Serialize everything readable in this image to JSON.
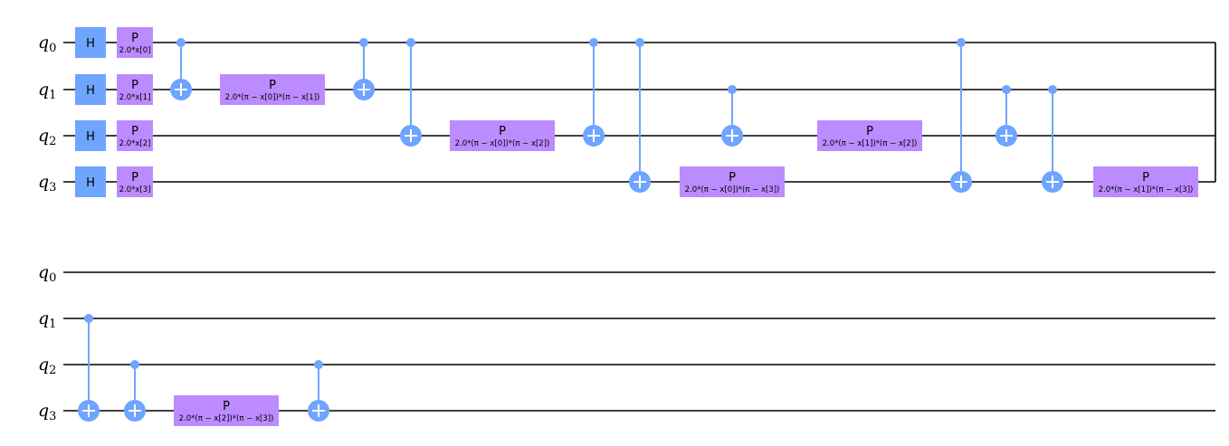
{
  "colors": {
    "hadamard": "#6fa4ff",
    "phase": "#bb8bff",
    "control": "#6fa4ff",
    "wire": "#000000"
  },
  "blocks": [
    {
      "qubit_labels": [
        {
          "base": "q",
          "sub": "0"
        },
        {
          "base": "q",
          "sub": "1"
        },
        {
          "base": "q",
          "sub": "2"
        },
        {
          "base": "q",
          "sub": "3"
        }
      ],
      "h_gates": [
        {
          "qubit": 0,
          "label": "H"
        },
        {
          "qubit": 1,
          "label": "H"
        },
        {
          "qubit": 2,
          "label": "H"
        },
        {
          "qubit": 3,
          "label": "H"
        }
      ],
      "p_gates": [
        {
          "qubit": 0,
          "label": "P",
          "param": "2.0*x[0]",
          "wide": false
        },
        {
          "qubit": 1,
          "label": "P",
          "param": "2.0*x[1]",
          "wide": false
        },
        {
          "qubit": 2,
          "label": "P",
          "param": "2.0*x[2]",
          "wide": false
        },
        {
          "qubit": 3,
          "label": "P",
          "param": "2.0*x[3]",
          "wide": false
        },
        {
          "qubit": 1,
          "label": "P",
          "param": "2.0*(π − x[0])*(π − x[1])",
          "wide": true
        },
        {
          "qubit": 2,
          "label": "P",
          "param": "2.0*(π − x[0])*(π − x[2])",
          "wide": true
        },
        {
          "qubit": 3,
          "label": "P",
          "param": "2.0*(π − x[0])*(π − x[3])",
          "wide": true
        },
        {
          "qubit": 2,
          "label": "P",
          "param": "2.0*(π − x[1])*(π − x[2])",
          "wide": true
        },
        {
          "qubit": 3,
          "label": "P",
          "param": "2.0*(π − x[1])*(π − x[3])",
          "wide": true
        }
      ],
      "cnots": [
        {
          "control": 0,
          "target": 1
        },
        {
          "control": 0,
          "target": 1
        },
        {
          "control": 0,
          "target": 2
        },
        {
          "control": 0,
          "target": 2
        },
        {
          "control": 0,
          "target": 3
        },
        {
          "control": 1,
          "target": 2
        },
        {
          "control": 0,
          "target": 3
        },
        {
          "control": 1,
          "target": 2
        },
        {
          "control": 1,
          "target": 3
        }
      ]
    },
    {
      "qubit_labels": [
        {
          "base": "q",
          "sub": "0"
        },
        {
          "base": "q",
          "sub": "1"
        },
        {
          "base": "q",
          "sub": "2"
        },
        {
          "base": "q",
          "sub": "3"
        }
      ],
      "h_gates": [],
      "p_gates": [
        {
          "qubit": 3,
          "label": "P",
          "param": "2.0*(π − x[2])*(π − x[3])",
          "wide": true
        }
      ],
      "cnots": [
        {
          "control": 1,
          "target": 3
        },
        {
          "control": 2,
          "target": 3
        },
        {
          "control": 2,
          "target": 3
        }
      ]
    }
  ]
}
